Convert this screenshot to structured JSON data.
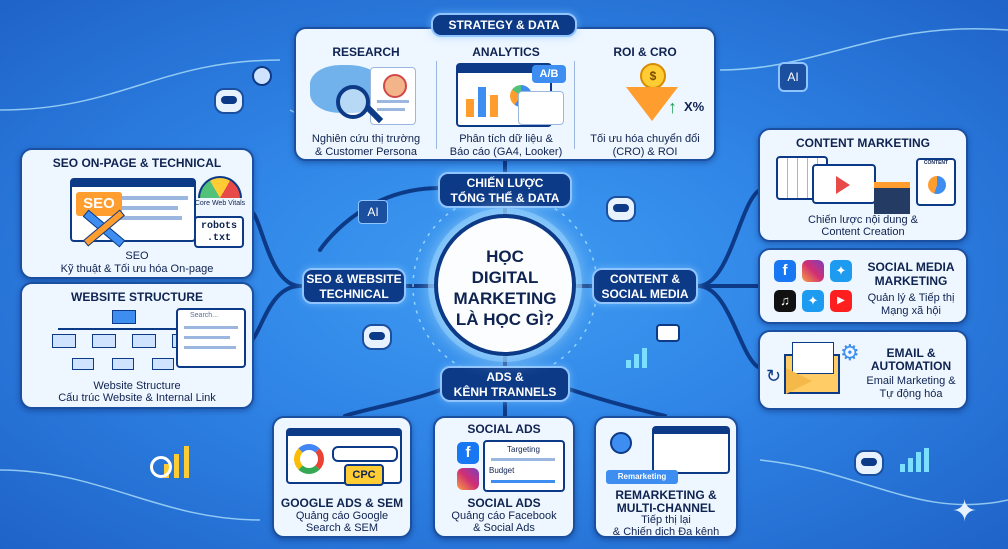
{
  "hub": {
    "line1": "HỌC",
    "line2": "DIGITAL",
    "line3": "MARKETING",
    "line4": "LÀ HỌC GÌ?"
  },
  "branches": {
    "top": "CHIẾN LƯỢC\nTỔNG THỂ & DATA",
    "left": "SEO & WEBSITE\nTECHNICAL",
    "right": "CONTENT &\nSOCIAL MEDIA",
    "bottom": "ADS &\nKÊNH TRANNELS"
  },
  "strategy": {
    "header": "STRATEGY & DATA",
    "research": {
      "title": "RESEARCH",
      "line1": "Nghiên cứu thị trường",
      "line2": "& Customer Persona"
    },
    "analytics": {
      "title": "ANALYTICS",
      "line1": "Phân tích dữ liệu &",
      "line2": "Báo cáo (GA4, Looker)",
      "ab": "A/B"
    },
    "roi": {
      "title": "ROI & CRO",
      "line1": "Tối ưu hóa chuyển đổi",
      "line2": "(CRO) & ROI",
      "pct": "X%",
      "coin": "$"
    }
  },
  "seo_onpage": {
    "title": "SEO ON-PAGE & TECHNICAL",
    "seo": "SEO",
    "cwv": "Core Web Vitals",
    "robots1": "robots",
    ".txt": ".txt",
    "line1": "SEO",
    "line2": "Kỹ thuật & Tối ưu hóa On-page"
  },
  "website_structure": {
    "title": "WEBSITE STRUCTURE",
    "search": "Search...",
    "line1": "Website Structure",
    "line2": "Cấu trúc Website & Internal Link"
  },
  "content_marketing": {
    "title": "CONTENT MARKETING",
    "tag": "CONTENT",
    "line1": "Chiến lược nội dung &",
    "line2": "Content Creation"
  },
  "social_media": {
    "title1": "SOCIAL MEDIA",
    "title2": "MARKETING",
    "line1": "Quản lý & Tiếp thị",
    "line2": "Mạng xã hội"
  },
  "email": {
    "title1": "EMAIL &",
    "title2": "AUTOMATION",
    "line1": "Email Marketing &",
    "line2": "Tự động hóa"
  },
  "google_ads": {
    "cpc": "CPC",
    "title": "GOOGLE ADS & SEM",
    "line1": "Quảng cáo Google",
    "line2": "Search & SEM"
  },
  "social_ads": {
    "header": "SOCIAL ADS",
    "targeting": "Targeting",
    "budget": "Budget",
    "title": "SOCIAL ADS",
    "line1": "Quảng cáo Facebook",
    "line2": "& Social Ads"
  },
  "remarketing": {
    "tag": "Remarketing",
    "title1": "REMARKETING &",
    "title2": "MULTI-CHANNEL",
    "line1": "Tiếp thị lại",
    "line2": "& Chiến dịch Đa kênh"
  },
  "ai_labels": {
    "left": "AI",
    "topright": "AI"
  },
  "colors": {
    "navy": "#0d3a87",
    "card": "#eef6ff",
    "accent": "#ff9d2e",
    "glow": "#8fc4ff"
  }
}
